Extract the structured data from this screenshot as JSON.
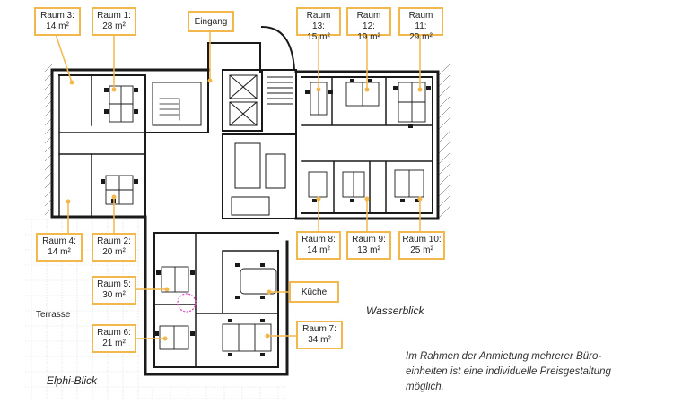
{
  "rooms": [
    {
      "id": "raum3",
      "name": "Raum 3:",
      "area": "14 m²"
    },
    {
      "id": "raum1",
      "name": "Raum 1:",
      "area": "28 m²"
    },
    {
      "id": "eingang",
      "name": "Eingang",
      "area": ""
    },
    {
      "id": "raum13",
      "name": "Raum 13:",
      "area": "15 m²"
    },
    {
      "id": "raum12",
      "name": "Raum 12:",
      "area": "19 m²"
    },
    {
      "id": "raum11",
      "name": "Raum 11:",
      "area": "29 m²"
    },
    {
      "id": "raum4",
      "name": "Raum 4:",
      "area": "14 m²"
    },
    {
      "id": "raum2",
      "name": "Raum 2:",
      "area": "20 m²"
    },
    {
      "id": "raum8",
      "name": "Raum 8:",
      "area": "14 m²"
    },
    {
      "id": "raum9",
      "name": "Raum 9:",
      "area": "13 m²"
    },
    {
      "id": "raum10",
      "name": "Raum 10:",
      "area": "25 m²"
    },
    {
      "id": "raum5",
      "name": "Raum 5:",
      "area": "30 m²"
    },
    {
      "id": "kueche",
      "name": "Küche",
      "area": ""
    },
    {
      "id": "raum6",
      "name": "Raum 6:",
      "area": "21 m²"
    },
    {
      "id": "raum7",
      "name": "Raum 7:",
      "area": "34 m²"
    }
  ],
  "areas": {
    "terrasse": "Terrasse",
    "wasserblick": "Wasserblick",
    "elphi": "Elphi-Blick"
  },
  "note": {
    "line1": "Im Rahmen der Anmietung mehrerer Büro-",
    "line2": "einheiten ist eine individuelle Preisgestaltung",
    "line3": "möglich."
  },
  "colors": {
    "label_border": "#f2b84b",
    "wall": "#1a1a1a",
    "marker": "#e040c8"
  }
}
